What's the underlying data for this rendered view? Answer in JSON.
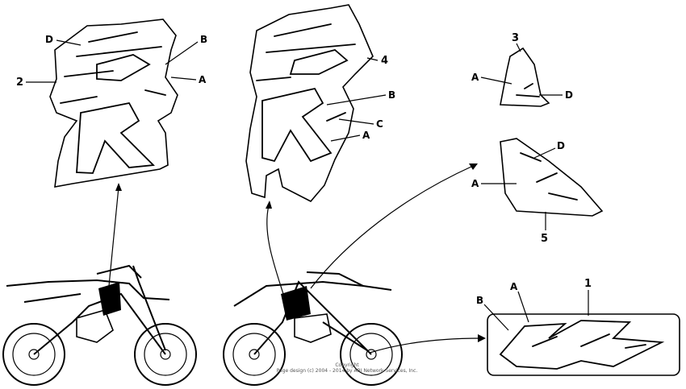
{
  "callouts": {
    "left_panel": {
      "num": "2",
      "d": "D",
      "b": "B",
      "a": "A"
    },
    "mid_panel": {
      "num": "4",
      "b": "B",
      "c": "C",
      "a": "A"
    },
    "small_decal": {
      "num": "3",
      "a": "A",
      "d": "D"
    },
    "triangle_decal": {
      "num": "5",
      "d": "D",
      "a": "A"
    },
    "bottom_decal": {
      "num": "1",
      "b": "B",
      "a": "A"
    }
  },
  "copyright": {
    "line1": "Copyright",
    "line2": "Page design (c) 2004 - 2014 by ARI Network Services, Inc."
  }
}
